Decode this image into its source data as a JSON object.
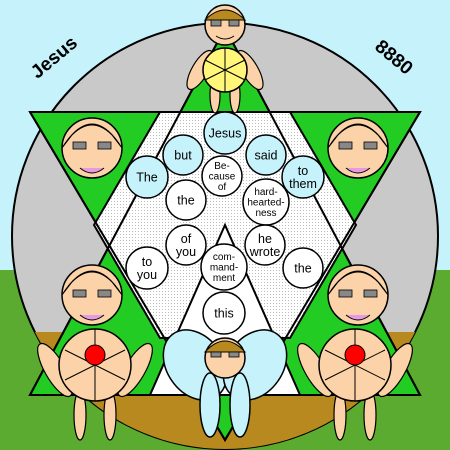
{
  "corner_labels": {
    "left": "Jesus",
    "right": "8880"
  },
  "words": [
    {
      "text": "Jesus",
      "lines": [
        "Jesus"
      ]
    },
    {
      "text": "but",
      "lines": [
        "but"
      ]
    },
    {
      "text": "said",
      "lines": [
        "said"
      ]
    },
    {
      "text": "The",
      "lines": [
        "The"
      ]
    },
    {
      "text": "Be- cause of",
      "lines": [
        "Be-",
        "cause",
        "of"
      ]
    },
    {
      "text": "to them",
      "lines": [
        "to",
        "them"
      ]
    },
    {
      "text": "the",
      "lines": [
        "the"
      ]
    },
    {
      "text": "hard- hearted- ness",
      "lines": [
        "hard-",
        "hearted-",
        "ness"
      ]
    },
    {
      "text": "of you",
      "lines": [
        "of",
        "you"
      ]
    },
    {
      "text": "he wrote",
      "lines": [
        "he",
        "wrote"
      ]
    },
    {
      "text": "to you",
      "lines": [
        "to",
        "you"
      ]
    },
    {
      "text": "com- mand- ment",
      "lines": [
        "com-",
        "mand-",
        "ment"
      ]
    },
    {
      "text": "the",
      "lines": [
        "the"
      ]
    },
    {
      "text": "this",
      "lines": [
        "this"
      ]
    }
  ],
  "colors": {
    "sky": "#c6f3fb",
    "grass": "#5aab2f",
    "earth": "#b8891e",
    "circle_gray": "#c9c9c9",
    "star_green": "#22cc22",
    "hex_white": "#ffffff",
    "bubble_blue": "#c6f3fb",
    "face_peach": "#fcd3a8",
    "hair_blue": "#1a3d9e",
    "red_dot": "#ff0000"
  }
}
